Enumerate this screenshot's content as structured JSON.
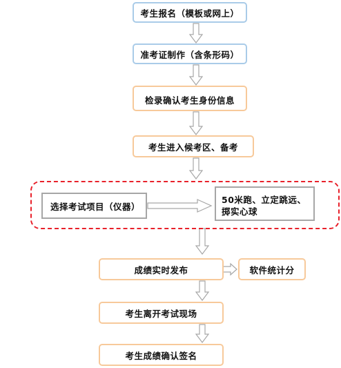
{
  "steps": {
    "registration": "考生报名（模板或网上）",
    "admission_ticket": "准考证制作（含条形码）",
    "identity_check": "检录确认考生身份信息",
    "enter_area": "考生进入候考区、备考",
    "select_item": "选择考试项目（仪器）",
    "test_items": "50米跑、立定跳远、掷实心球",
    "publish_results": "成绩实时发布",
    "software_stats": "软件统计分",
    "leave_site": "考生离开考试现场",
    "sign_confirm": "考生成绩确认签名"
  },
  "colors": {
    "blue_border": "#a9cbe8",
    "orange_border": "#f7c99a",
    "gray_border": "#a6a6a6",
    "dashed_red": "#e8202a",
    "arrow": "#bfbfbf"
  }
}
